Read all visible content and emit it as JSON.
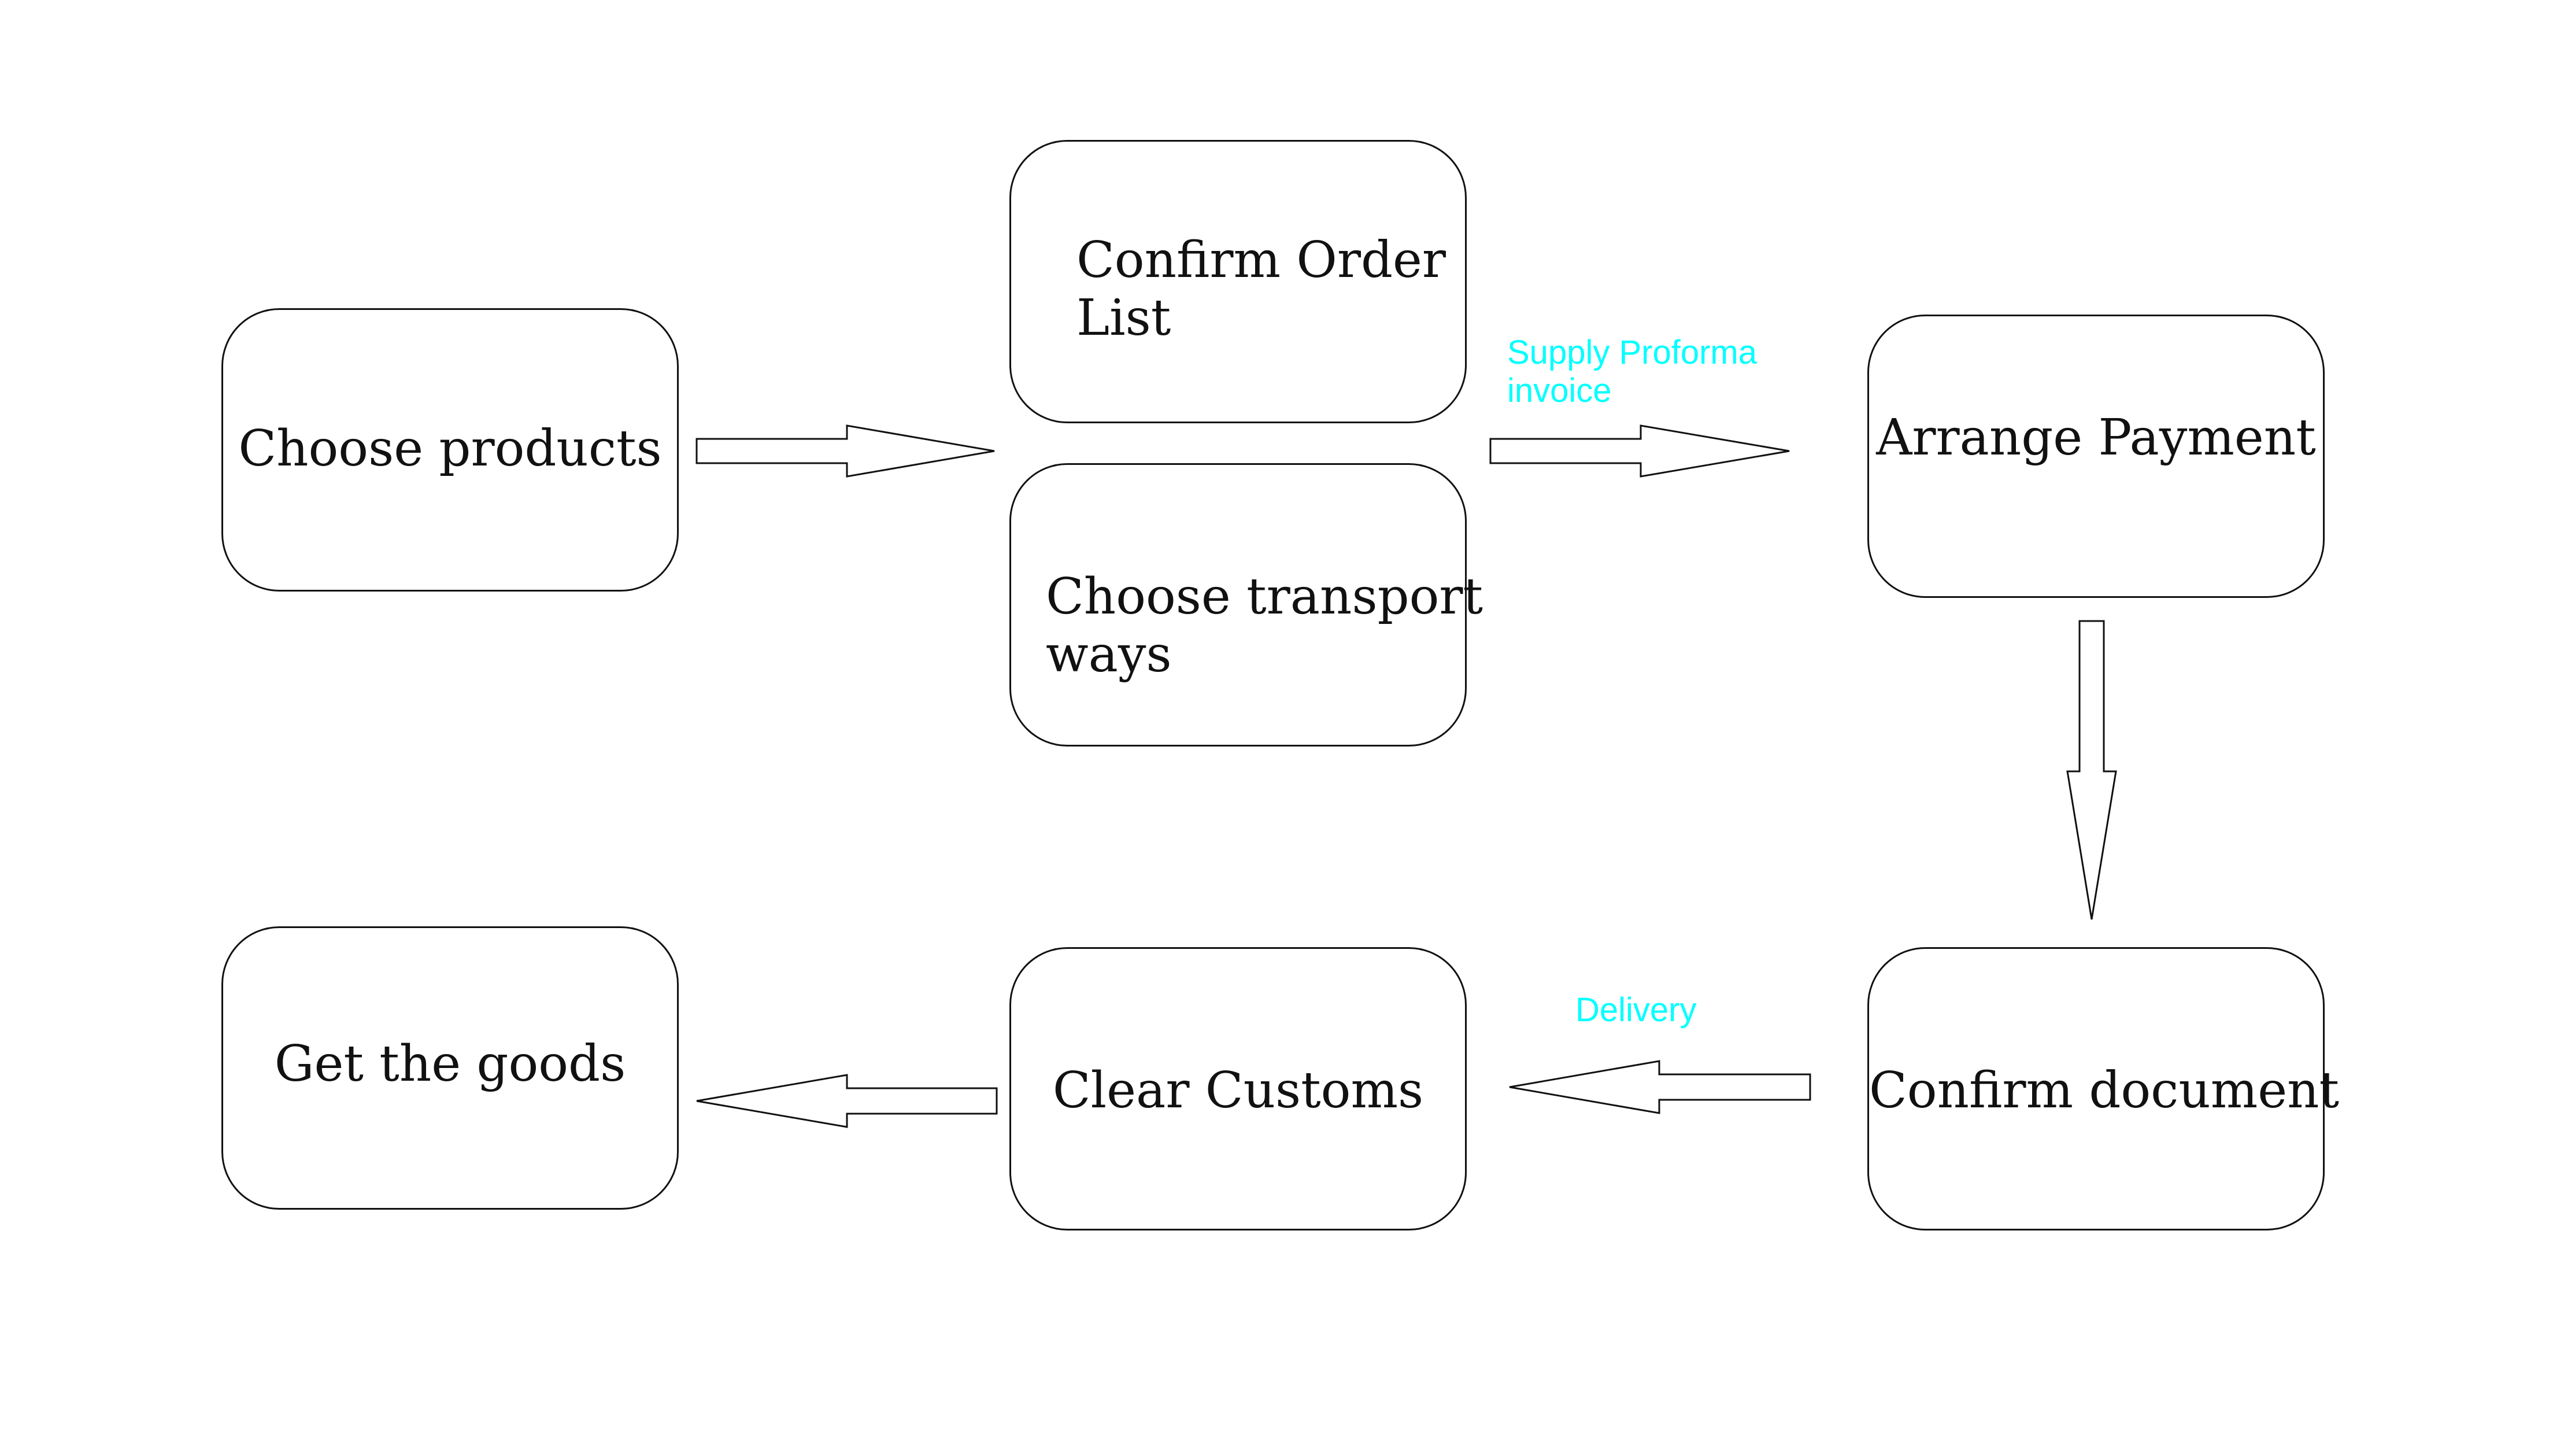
{
  "steps": {
    "choose_products": "Choose products",
    "confirm_order_line1": "Confirm Order",
    "confirm_order_line2": "List",
    "choose_transport_line1": "Choose transport",
    "choose_transport_line2": "ways",
    "arrange_payment": "Arrange Payment",
    "confirm_document": "Confirm document",
    "clear_customs": "Clear Customs",
    "get_goods": "Get the goods"
  },
  "annotations": {
    "supply_proforma_line1": "Supply Proforma",
    "supply_proforma_line2": "invoice",
    "delivery": "Delivery"
  },
  "colors": {
    "annotation": "#00ffff",
    "stroke": "#111111"
  }
}
